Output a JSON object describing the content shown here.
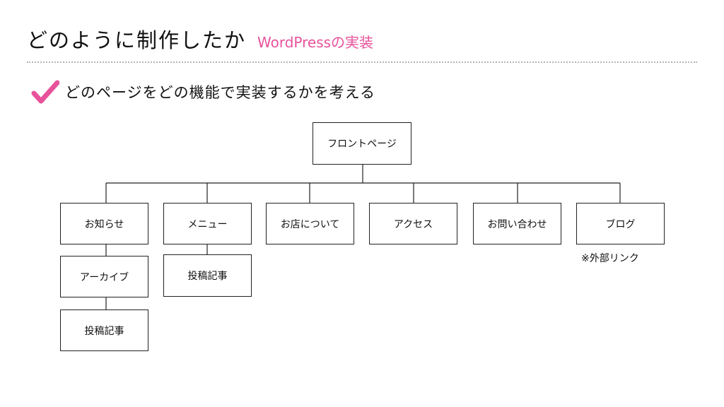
{
  "header": {
    "title": "どのように制作したか",
    "subtitle": "WordPressの実装",
    "accent_color": "#e8529b"
  },
  "checklist": {
    "icon": "checkmark-icon",
    "text": "どのページをどの機能で実装するかを考える"
  },
  "diagram": {
    "root": "フロントページ",
    "children": [
      {
        "label": "お知らせ",
        "sub": [
          "アーカイブ",
          "投稿記事"
        ]
      },
      {
        "label": "メニュー",
        "sub": [
          "投稿記事"
        ]
      },
      {
        "label": "お店について",
        "sub": []
      },
      {
        "label": "アクセス",
        "sub": []
      },
      {
        "label": "お問い合わせ",
        "sub": []
      },
      {
        "label": "ブログ",
        "sub": [],
        "note": "※外部リンク"
      }
    ]
  }
}
